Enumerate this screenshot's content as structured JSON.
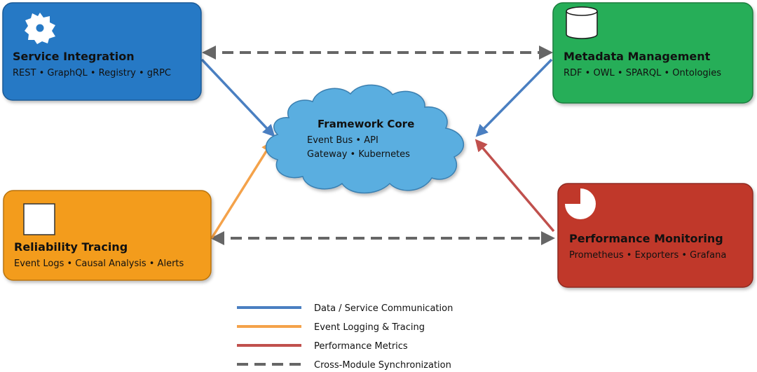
{
  "modules": {
    "service_integration": {
      "title": "Service Integration",
      "subtitle": "REST • GraphQL • Registry • gRPC",
      "icon": "gear-icon",
      "color": "#2779c5"
    },
    "metadata_management": {
      "title": "Metadata Management",
      "subtitle": "RDF • OWL • SPARQL • Ontologies",
      "icon": "database-icon",
      "color": "#27ae58"
    },
    "reliability_tracing": {
      "title": "Reliability Tracing",
      "subtitle": "Event Logs • Causal Analysis • Alerts",
      "icon": "square-icon",
      "color": "#f39c1b"
    },
    "performance_monitoring": {
      "title": "Performance Monitoring",
      "subtitle": "Prometheus • Exporters • Grafana",
      "icon": "pie-chart-icon",
      "color": "#c0392b"
    }
  },
  "core": {
    "title": "Framework Core",
    "line1": "Event Bus • API",
    "line2": "Gateway • Kubernetes",
    "icon": "cloud-icon",
    "color": "#5aaee0"
  },
  "legend": {
    "items": [
      {
        "label": "Data / Service Communication",
        "color": "#4a7fc1",
        "style": "solid"
      },
      {
        "label": "Event Logging & Tracing",
        "color": "#f4a24a",
        "style": "solid"
      },
      {
        "label": "Performance Metrics",
        "color": "#c0504d",
        "style": "solid"
      },
      {
        "label": "Cross-Module Synchronization",
        "color": "#666666",
        "style": "dashed"
      }
    ]
  }
}
